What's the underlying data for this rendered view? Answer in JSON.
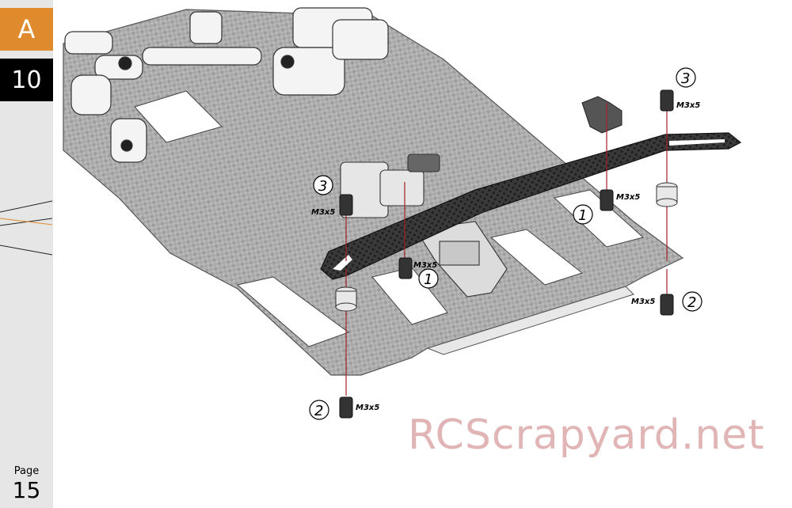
{
  "sidebar": {
    "section": "A",
    "step": "10",
    "page_label": "Page",
    "page_number": "15",
    "accent_color": "#e08a2e"
  },
  "callouts": {
    "c1": "3",
    "c2": "3",
    "c3": "1",
    "c4": "1",
    "c5": "2",
    "c6": "2"
  },
  "screws": {
    "s1": "M3x5",
    "s2": "M3x5",
    "s3": "M3x5",
    "s4": "M3x5",
    "s5": "M3x5",
    "s6": "M3x5"
  },
  "watermark": "RCScrapyard.net",
  "icons": [
    "chassis-plate-drawing",
    "top-deck-drawing",
    "screw-icon",
    "spacer-icon"
  ]
}
